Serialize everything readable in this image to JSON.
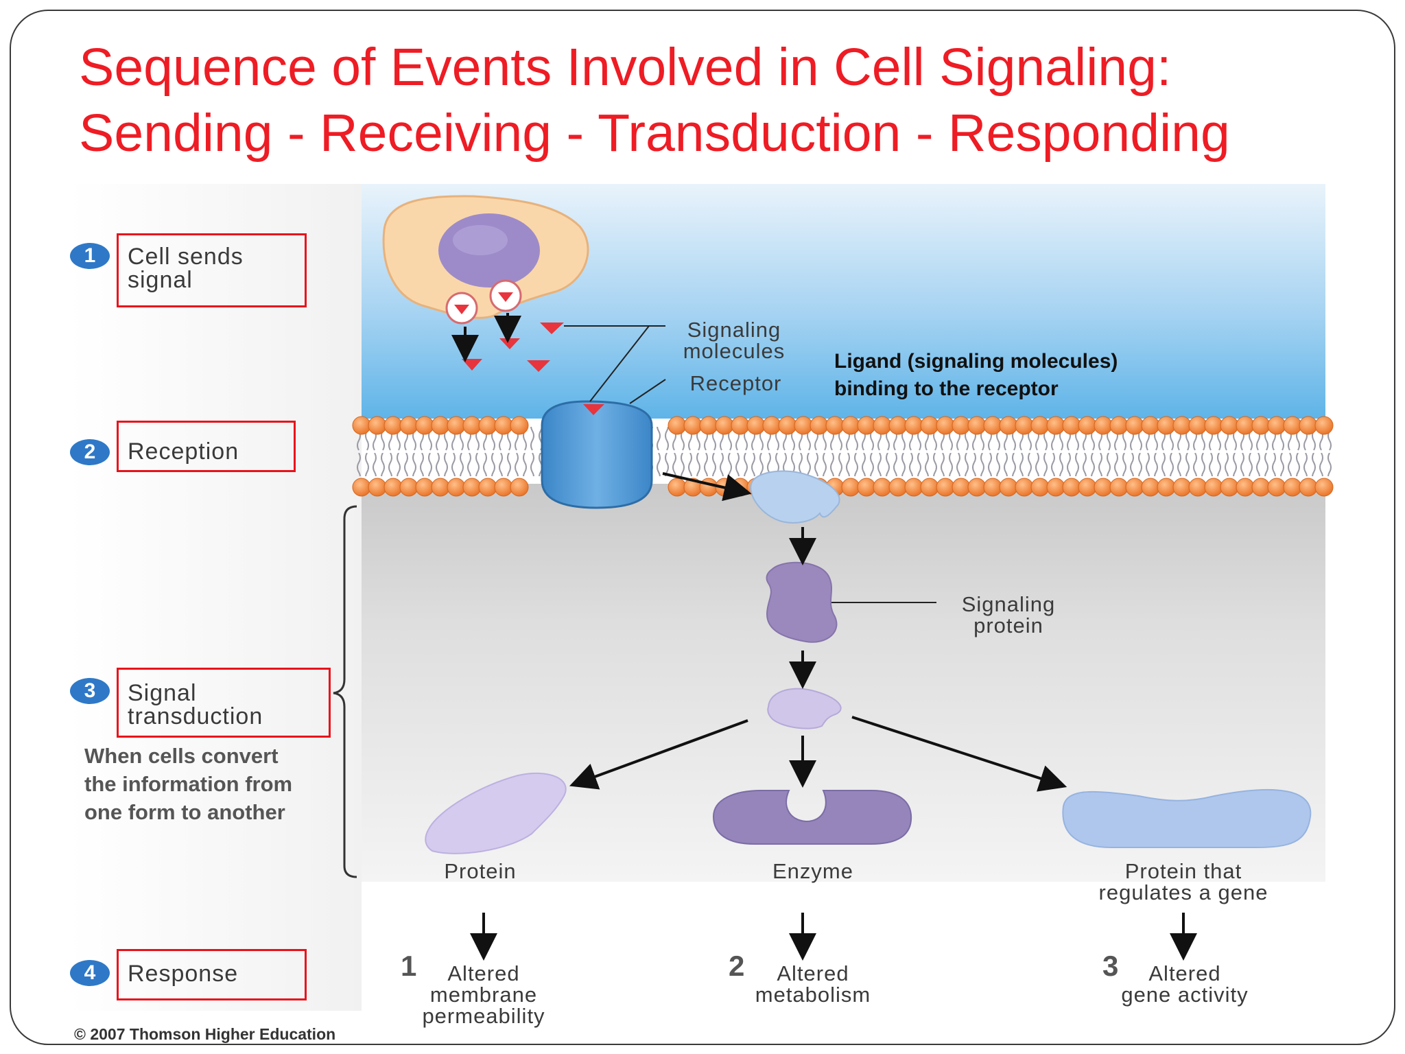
{
  "title": {
    "line1": "Sequence of Events Involved in Cell Signaling:",
    "line2": "Sending - Receiving - Transduction - Responding"
  },
  "steps": [
    {
      "number": "1",
      "label_line1": "Cell sends",
      "label_line2": "signal"
    },
    {
      "number": "2",
      "label_line1": "Reception",
      "label_line2": ""
    },
    {
      "number": "3",
      "label_line1": "Signal",
      "label_line2": "transduction"
    },
    {
      "number": "4",
      "label_line1": "Response",
      "label_line2": ""
    }
  ],
  "diagram_labels": {
    "signaling_molecules_line1": "Signaling",
    "signaling_molecules_line2": "molecules",
    "receptor": "Receptor",
    "signaling_protein_line1": "Signaling",
    "signaling_protein_line2": "protein",
    "protein": "Protein",
    "enzyme": "Enzyme",
    "gene_regulator_line1": "Protein that",
    "gene_regulator_line2": "regulates a gene"
  },
  "annotations": {
    "ligand_line1": "Ligand (signaling molecules)",
    "ligand_line2": "binding to the receptor",
    "transduction_line1": "When cells convert",
    "transduction_line2": "the information from",
    "transduction_line3": "one form to another"
  },
  "responses": [
    {
      "number": "1",
      "line1": "Altered",
      "line2": "membrane",
      "line3": "permeability"
    },
    {
      "number": "2",
      "line1": "Altered",
      "line2": "metabolism",
      "line3": ""
    },
    {
      "number": "3",
      "line1": "Altered",
      "line2": "gene activity",
      "line3": ""
    }
  ],
  "copyright": "© 2007 Thomson Higher Education",
  "colors": {
    "title": "#ee1c24",
    "step_box_border": "#e8121b",
    "badge": "#2e78c7",
    "extracellular": "#5fb4e8",
    "cytoplasm": "#dcdcdc",
    "phospholipid_head": "#f07f32",
    "receptor": "#4f97d4",
    "signal_protein": "#9b88bd"
  }
}
